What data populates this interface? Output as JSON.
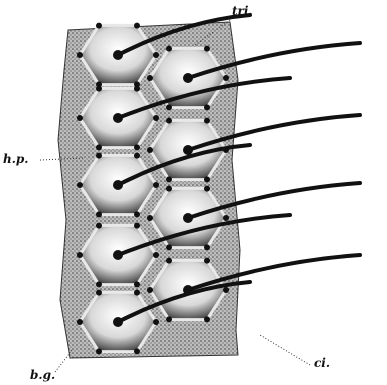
{
  "labels": {
    "tri": "tri.",
    "hp": "h.p.",
    "bg": "b.g.",
    "ci": "ci."
  },
  "colors": {
    "ink": "#111111",
    "paper": "#ffffff",
    "stipple": "#6a6a6a"
  }
}
